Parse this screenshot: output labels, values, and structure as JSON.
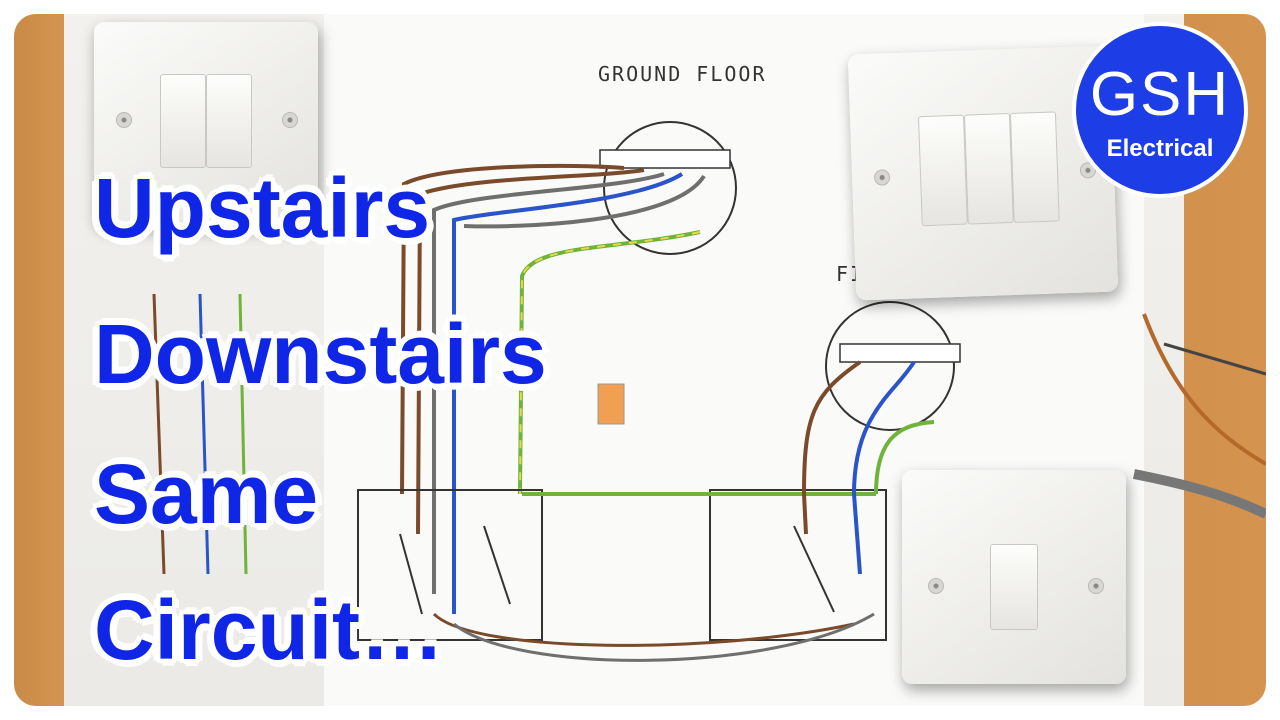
{
  "thumbnail_title": {
    "lines": [
      "Upstairs",
      "Downstairs",
      "Same",
      "Circuit…"
    ]
  },
  "diagram_labels": {
    "ground_floor": "GROUND FLOOR",
    "first_floor": "FIRS"
  },
  "logo": {
    "primary": "GSH",
    "secondary": "Electrical"
  },
  "colors": {
    "title_text": "#1026e6",
    "logo_background": "#1d3ee6",
    "wire_brown": "#7a4a2a",
    "wire_blue": "#2a55c8",
    "wire_grey": "#6f6f6f",
    "wire_earth_green": "#6fb33a",
    "wire_earth_yellow": "#e8d84a",
    "wood_backboard": "#c98a47"
  }
}
